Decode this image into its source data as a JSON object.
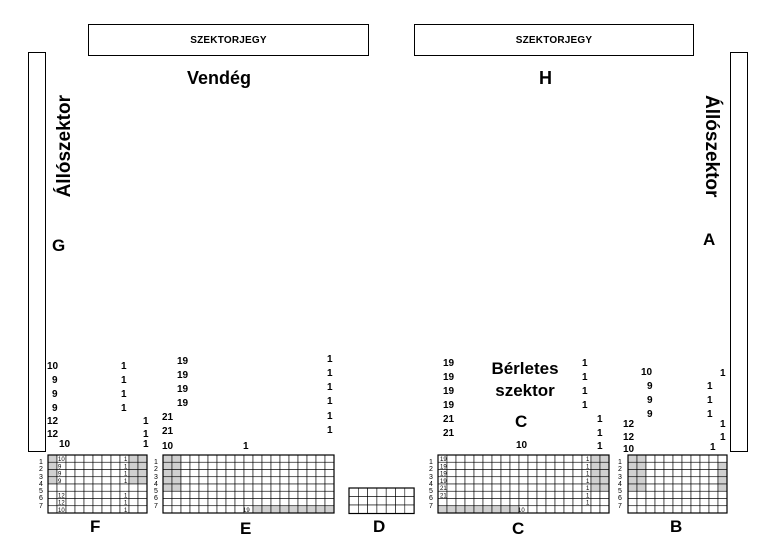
{
  "ticket_boxes": {
    "left": "SZEKTORJEGY",
    "right": "SZEKTORJEGY"
  },
  "stand_labels": {
    "vendeg": "Vendég",
    "h": "H"
  },
  "standing": {
    "left_label": "Állószektor",
    "left_letter": "G",
    "right_label": "Állószektor",
    "right_letter": "A"
  },
  "berletes": {
    "line1": "Bérletes",
    "line2": "szektor",
    "letter": "C"
  },
  "sector_letters": {
    "f": "F",
    "e": "E",
    "d": "D",
    "c": "C",
    "b": "B"
  },
  "row_numbers": [
    "1",
    "2",
    "3",
    "4",
    "5",
    "6",
    "7"
  ],
  "annotations": {
    "f_left": [
      "10",
      "9",
      "9",
      "9",
      "12",
      "12",
      "10"
    ],
    "f_right": [
      "1",
      "1",
      "1",
      "1",
      "1",
      "1",
      "1"
    ],
    "e_left": [
      "19",
      "19",
      "19",
      "19",
      "21",
      "21",
      "10"
    ],
    "e_mid": "1",
    "e_right": [
      "1",
      "1",
      "1",
      "1",
      "1",
      "1"
    ],
    "c_left": [
      "19",
      "19",
      "19",
      "19",
      "21",
      "21"
    ],
    "c_mid": "10",
    "c_right": [
      "1",
      "1",
      "1",
      "1",
      "1",
      "1",
      "1"
    ],
    "b_left": [
      "10",
      "9",
      "9",
      "9",
      "12",
      "12",
      "10"
    ],
    "b_right": [
      "1",
      "1",
      "1",
      "1",
      "1",
      "1",
      "1"
    ]
  },
  "grid_labels": {
    "f_left": [
      "10",
      "9",
      "9",
      "9",
      "",
      "12",
      "12",
      "10"
    ],
    "f_right": [
      "1",
      "1",
      "1",
      "1",
      "",
      "1",
      "1",
      "1"
    ],
    "e_bottom": "19",
    "c_left": [
      "19",
      "19",
      "19",
      "19",
      "21",
      "21"
    ],
    "c_right": [
      "1",
      "1",
      "1",
      "1",
      "1",
      "1",
      "1"
    ],
    "c_bottom": "10"
  },
  "colors": {
    "shaded": "#d0d0d0",
    "line": "#000000"
  }
}
